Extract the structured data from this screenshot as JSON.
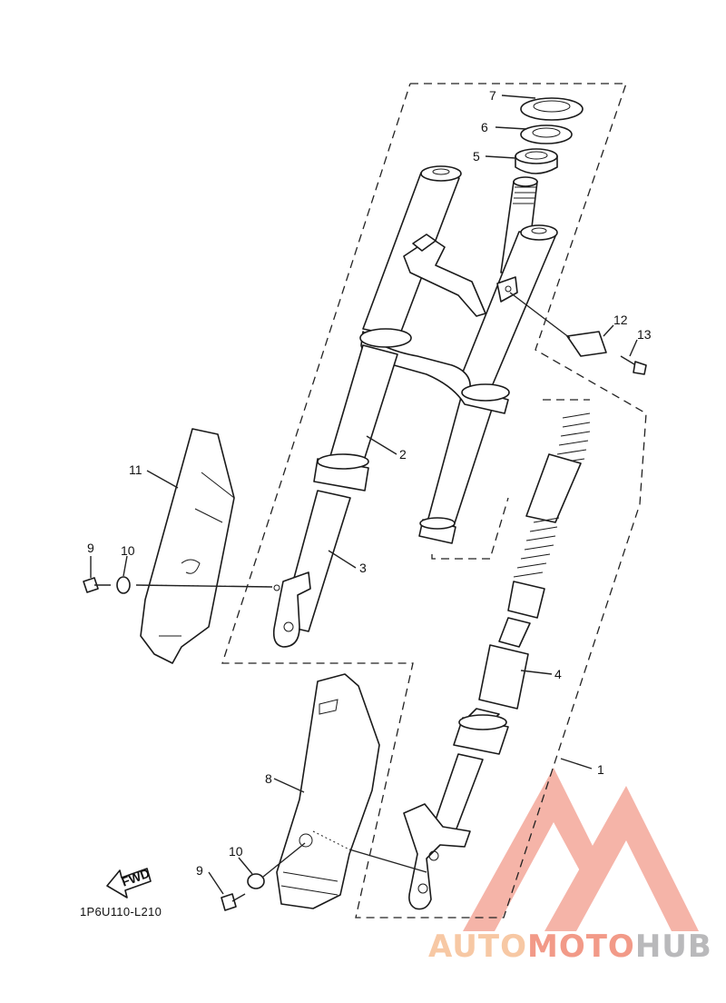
{
  "diagram": {
    "part_code": "1P6U110-L210",
    "fwd_label": "FWD",
    "callouts": [
      "1",
      "2",
      "3",
      "4",
      "5",
      "6",
      "7",
      "8",
      "9",
      "10",
      "11",
      "12",
      "13",
      "9",
      "10"
    ]
  },
  "watermark": {
    "part1": "AUTO",
    "part2": "MOTO",
    "part3": "HUB",
    "colors": {
      "auto": "#f7c8a4",
      "moto": "#f29a88",
      "hub": "#b9b9bb",
      "logo": "#f4a79a"
    }
  }
}
